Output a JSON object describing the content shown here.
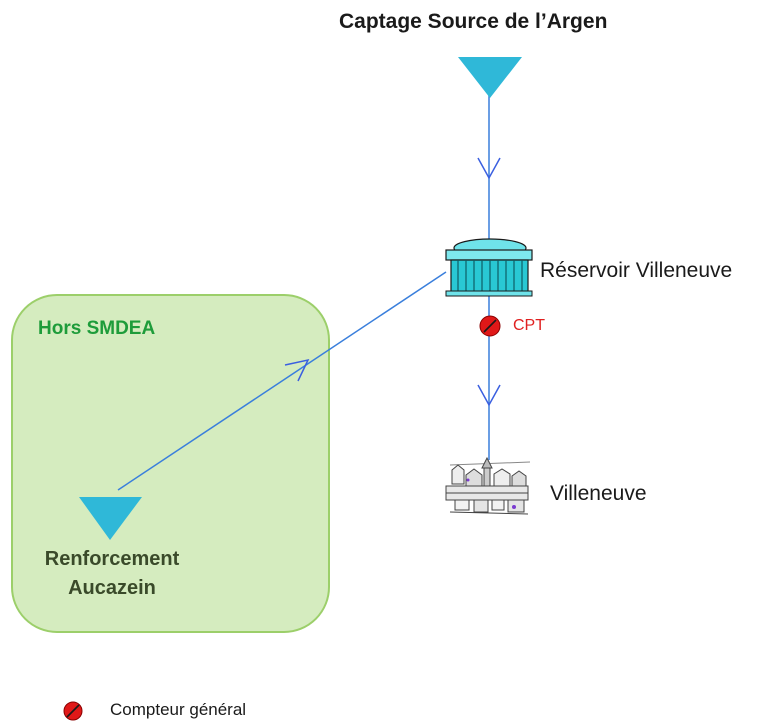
{
  "diagram": {
    "source": {
      "title": "Captage Source de l’Argen",
      "icon": "source-triangle-icon"
    },
    "reservoir": {
      "label": "Réservoir Villeneuve",
      "icon": "reservoir-tank-icon"
    },
    "meter": {
      "label": "CPT",
      "icon": "meter-icon"
    },
    "town": {
      "label": "Villeneuve",
      "icon": "town-icon"
    },
    "zone": {
      "title": "Hors SMDEA"
    },
    "reinforcement": {
      "line1": "Renforcement",
      "line2": "Aucazein",
      "icon": "source-triangle-icon"
    },
    "legend": {
      "meter_label": "Compteur général"
    },
    "colors": {
      "pipe": "#3a7fdc",
      "triangle": "#2fb8d8",
      "zone_fill": "#d5ecbf",
      "zone_border": "#9ccf6a",
      "meter": "#e01818",
      "zone_title": "#1e9c3a"
    }
  }
}
